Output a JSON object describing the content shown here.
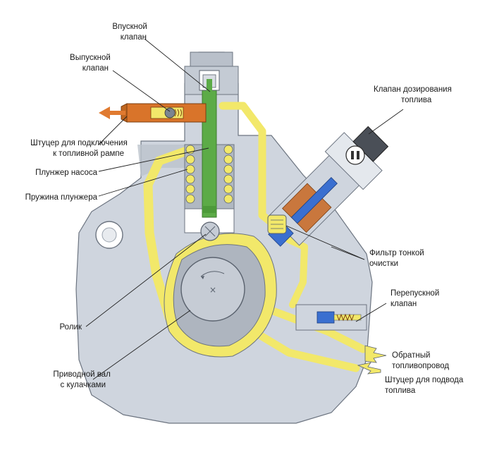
{
  "colors": {
    "housing": "#cfd5de",
    "housing_dark": "#9aa3ae",
    "housing_edge": "#6c7480",
    "fuel": "#f2e86a",
    "plunger": "#5cab47",
    "outlet_fitting": "#d9742a",
    "valve_blue": "#3a6fd0",
    "coil_copper": "#c9773d",
    "arrow_fill": "#f2e86a",
    "arrow_orange": "#e07a30"
  },
  "labels": {
    "inlet_valve": [
      "Впускной",
      "клапан"
    ],
    "outlet_valve": [
      "Выпускной",
      "клапан"
    ],
    "rail_fitting": [
      "Штуцер для подключения",
      "к топливной рампе"
    ],
    "pump_plunger": [
      "Плунжер насоса"
    ],
    "plunger_spring": [
      "Пружина плунжера"
    ],
    "roller": [
      "Ролик"
    ],
    "drive_shaft": [
      "Приводной вал",
      "с кулачками"
    ],
    "metering_valve": [
      "Клапан дозирования",
      "топлива"
    ],
    "fine_filter": [
      "Фильтр тонкой",
      "очистки"
    ],
    "bypass_valve": [
      "Перепускной",
      "клапан"
    ],
    "return_line": [
      "Обратный",
      "топливопровод"
    ],
    "supply_fitting": [
      "Штуцер для подвода",
      "топлива"
    ]
  }
}
